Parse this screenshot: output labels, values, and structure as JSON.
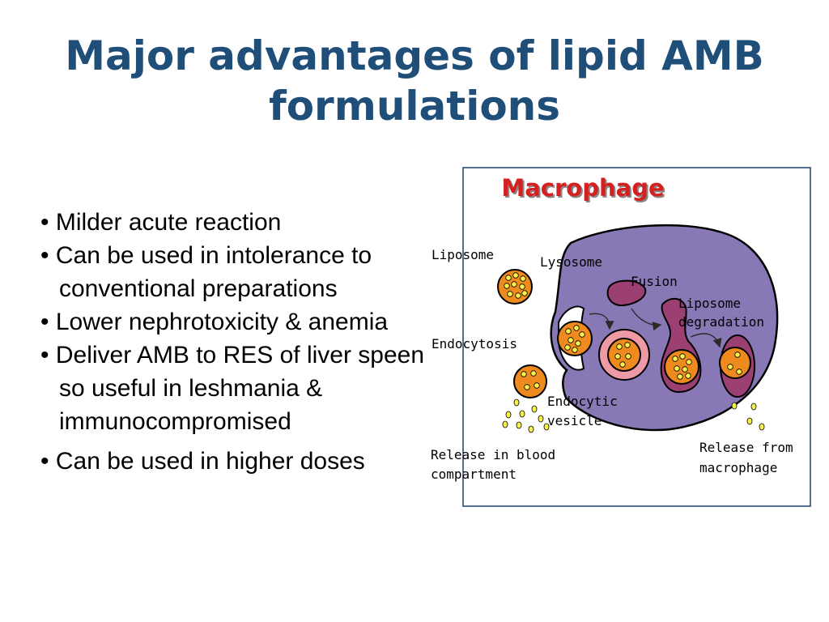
{
  "title": "Major advantages of lipid AMB formulations",
  "bullets": [
    "Milder acute reaction",
    "Can be used in intolerance to conventional preparations",
    "Lower nephrotoxicity & anemia",
    "Deliver AMB to RES of liver speen so useful in leshmania & immunocompromised",
    "Can be used in higher doses"
  ],
  "diagram": {
    "heading": "Macrophage",
    "labels": {
      "liposome": "Liposome",
      "lysosome": "Lysosome",
      "fusion": "Fusion",
      "liposome_degradation_1": "Liposome",
      "liposome_degradation_2": "degradation",
      "endocytosis": "Endocytosis",
      "endocytic_vesicle_1": "Endocytic",
      "endocytic_vesicle_2": "vesicle",
      "release_blood_1": "Release in blood",
      "release_blood_2": "compartment",
      "release_macrophage_1": "Release from",
      "release_macrophage_2": "macrophage"
    },
    "colors": {
      "heading": "#d42020",
      "cell": "#8878b5",
      "liposome": "#ee8a1e",
      "drug": "#f7f24a",
      "lysosome": "#9c3f73",
      "frame": "#1f3f6b"
    }
  }
}
